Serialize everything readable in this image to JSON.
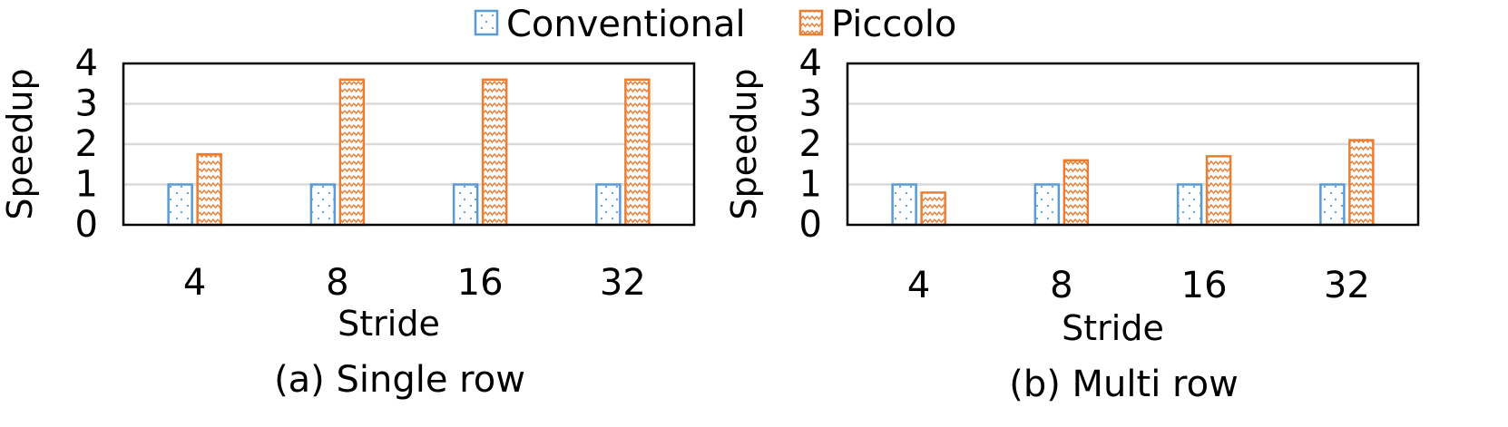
{
  "legend": {
    "items": [
      {
        "label": "Conventional",
        "color": "#5B9BD5",
        "pattern": "dotted"
      },
      {
        "label": "Piccolo",
        "color": "#ED7D31",
        "pattern": "zigzag"
      }
    ]
  },
  "chart_data": [
    {
      "type": "bar",
      "caption": "(a) Single row",
      "xlabel": "Stride",
      "ylabel": "Speedup",
      "categories": [
        "4",
        "8",
        "16",
        "32"
      ],
      "ylim": [
        0,
        4
      ],
      "yticks": [
        "0",
        "1",
        "2",
        "3",
        "4"
      ],
      "grid": true,
      "series": [
        {
          "name": "Conventional",
          "values": [
            1.0,
            1.0,
            1.0,
            1.0
          ]
        },
        {
          "name": "Piccolo",
          "values": [
            1.75,
            3.6,
            3.6,
            3.6
          ]
        }
      ]
    },
    {
      "type": "bar",
      "caption": "(b) Multi row",
      "xlabel": "Stride",
      "ylabel": "Speedup",
      "categories": [
        "4",
        "8",
        "16",
        "32"
      ],
      "ylim": [
        0,
        4
      ],
      "yticks": [
        "0",
        "1",
        "2",
        "3",
        "4"
      ],
      "grid": true,
      "series": [
        {
          "name": "Conventional",
          "values": [
            1.0,
            1.0,
            1.0,
            1.0
          ]
        },
        {
          "name": "Piccolo",
          "values": [
            0.8,
            1.6,
            1.7,
            2.1
          ]
        }
      ]
    }
  ]
}
